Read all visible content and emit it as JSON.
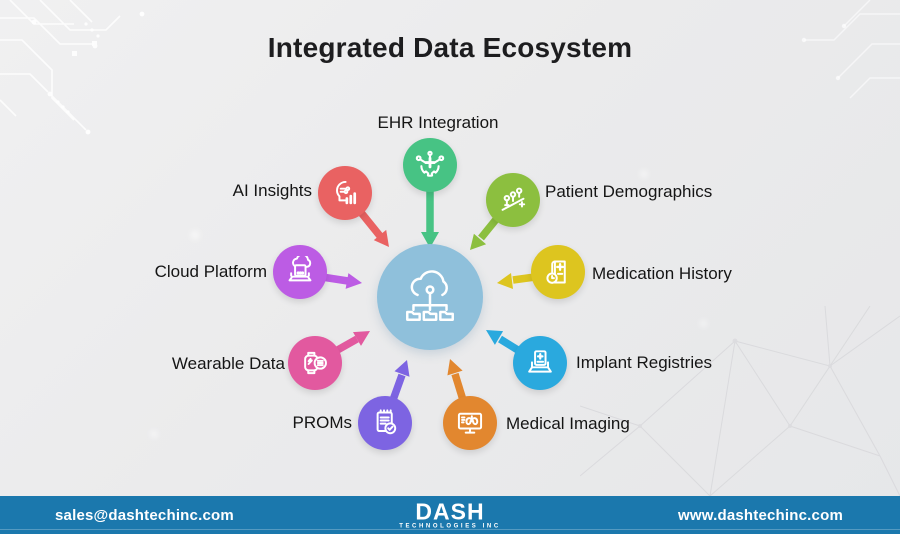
{
  "title": "Integrated Data Ecosystem",
  "hub": {
    "icon": "cloud-network-folders-icon",
    "color": "#8fc0db"
  },
  "nodes": [
    {
      "label": "EHR Integration",
      "color": "#47c384",
      "icon": "gear-medical-cross-icon"
    },
    {
      "label": "Patient Demographics",
      "color": "#8cbf3f",
      "icon": "people-growth-icon"
    },
    {
      "label": "Medication History",
      "color": "#ddc51f",
      "icon": "medical-book-clock-icon"
    },
    {
      "label": "Implant Registries",
      "color": "#2aa9de",
      "icon": "laptop-document-icon"
    },
    {
      "label": "Medical Imaging",
      "color": "#e2872f",
      "icon": "monitor-lungs-icon"
    },
    {
      "label": "PROMs",
      "color": "#7d64e2",
      "icon": "clipboard-check-icon"
    },
    {
      "label": "Wearable Data",
      "color": "#e2599f",
      "icon": "smartwatch-icon"
    },
    {
      "label": "Cloud Platform",
      "color": "#bc5ce4",
      "icon": "laptop-cloud-icon"
    },
    {
      "label": "AI Insights",
      "color": "#e96262",
      "icon": "ai-head-chart-icon"
    }
  ],
  "footer": {
    "email": "sales@dashtechinc.com",
    "website": "www.dashtechinc.com",
    "logo_text": "DASH",
    "logo_subtext": "TECHNOLOGIES INC",
    "bar_color": "#1b78ad"
  }
}
